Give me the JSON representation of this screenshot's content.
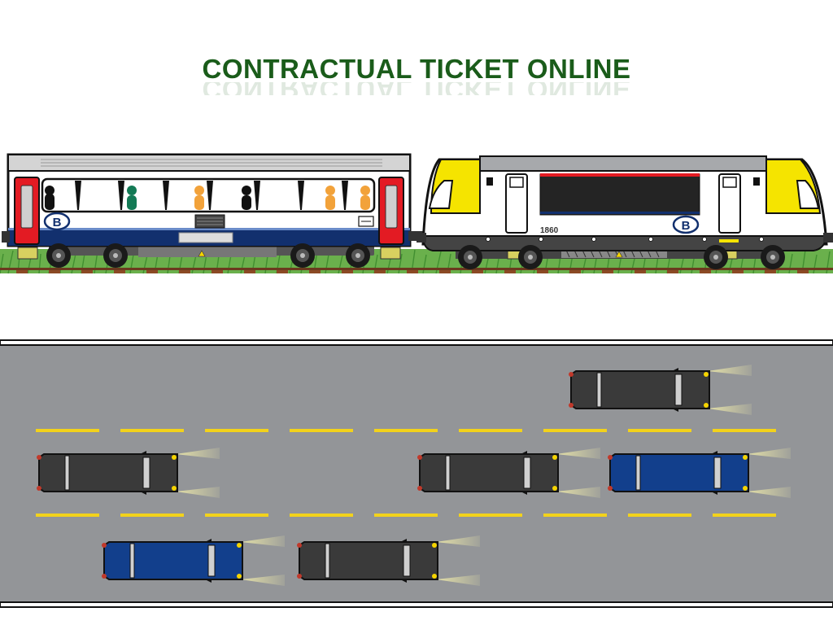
{
  "slide": {
    "title": "CONTRACTUAL TICKET ONLINE"
  },
  "train": {
    "locomotive_number": "1860",
    "logo_letter": "B"
  },
  "colors": {
    "title": "#1a5c1a",
    "road": "#939598",
    "lane_marking": "#f2d21b",
    "car_dark": "#3a3a3a",
    "car_blue": "#123f8c",
    "train_yellow": "#f5e400",
    "train_red": "#e31b23",
    "carriage_stripe": "#12306e",
    "grass": "#6ab04c"
  },
  "icons": {
    "train": "train-illustration",
    "cars": "car-icon"
  }
}
